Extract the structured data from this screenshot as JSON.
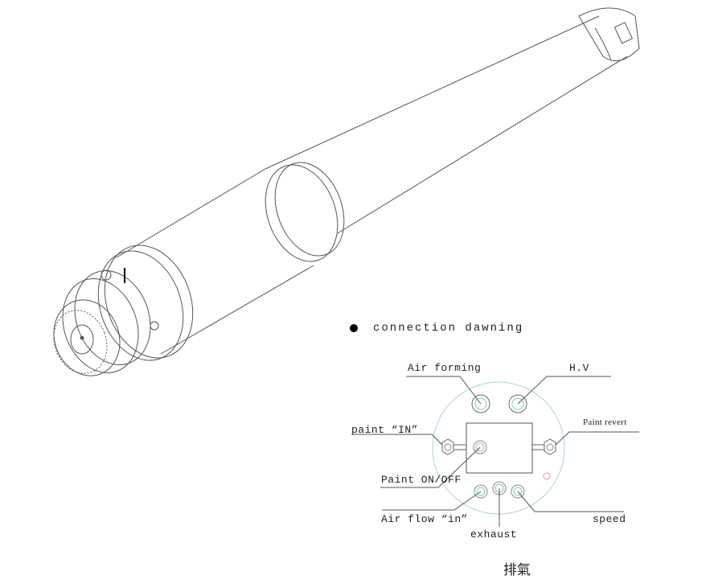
{
  "section": {
    "heading": "connection dawning",
    "bullet_icon": "filled-circle"
  },
  "diagram": {
    "labels": {
      "air_forming": "Air forming",
      "hv": "H.V",
      "paint_in": "paint “IN”",
      "paint_revert": "Paint revert",
      "paint_onoff": "Paint ON/OFF",
      "air_flow_in": "Air flow  “in”",
      "exhaust": "exhaust",
      "speed": "speed"
    },
    "caption": "排氣",
    "colors": {
      "port_ring": "#7fc8c8",
      "outer_circle": "#a8d8c8",
      "line": "#555555"
    }
  }
}
